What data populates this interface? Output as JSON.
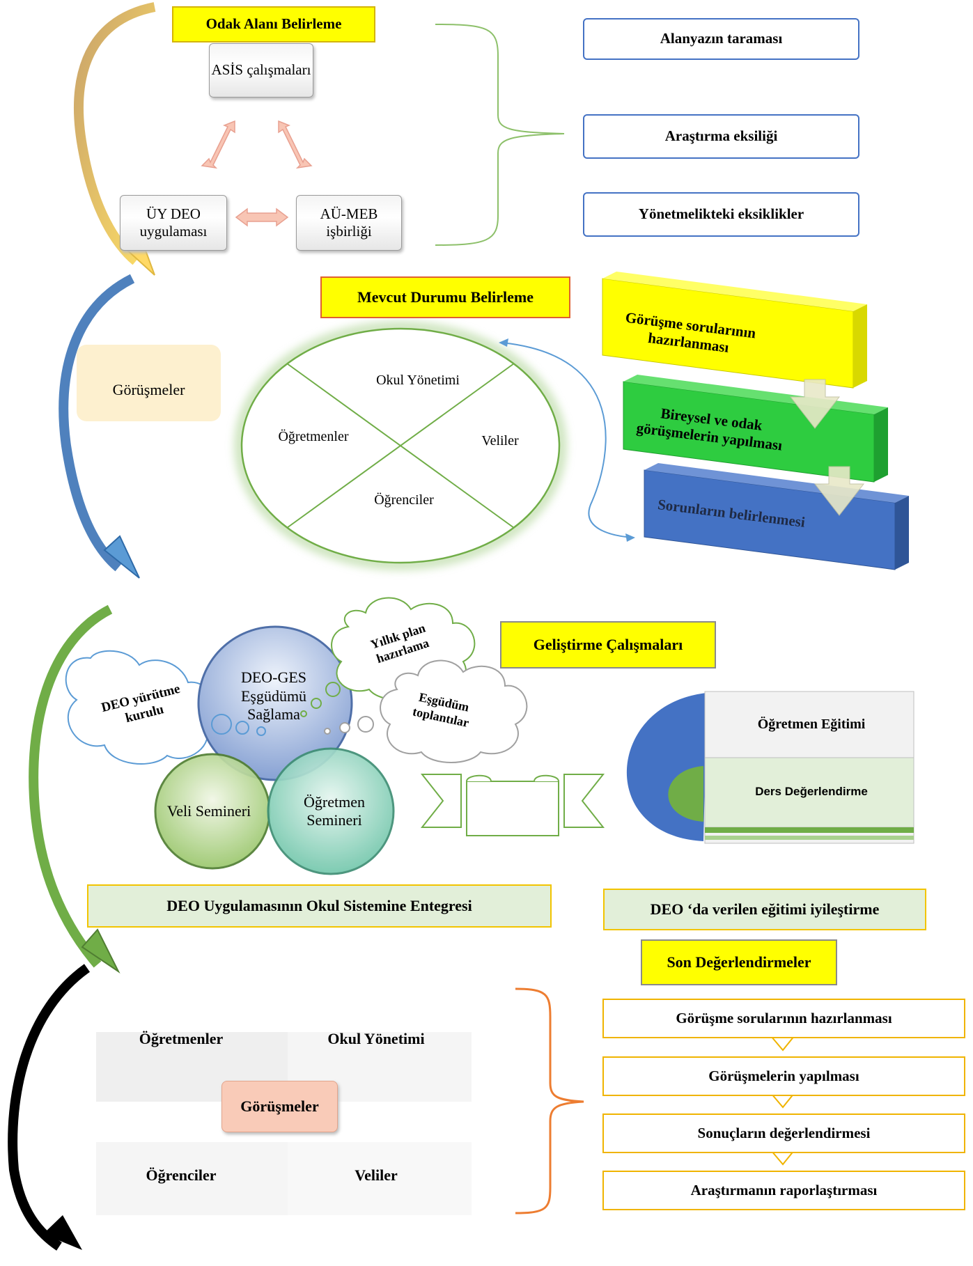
{
  "section1": {
    "title": "Odak Alanı Belirleme",
    "nodes": {
      "asis": "ASİS çalışmaları",
      "uy": "ÜY DEO uygulaması",
      "au": "AÜ-MEB işbirliği"
    },
    "boxes": [
      "Alanyazın taraması",
      "Araştırma eksiliği",
      "Yönetmelikteki eksiklikler"
    ]
  },
  "section2": {
    "title": "Mevcut Durumu Belirleme",
    "interviews_label": "Görüşmeler",
    "ellipse": {
      "top": "Okul Yönetimi",
      "left": "Öğretmenler",
      "right": "Veliler",
      "bottom": "Öğrenciler"
    },
    "steps": [
      "Görüşme sorularının hazırlanması",
      "Bireysel ve odak görüşmelerin yapılması",
      "Sorunların belirlenmesi"
    ]
  },
  "section3": {
    "title": "Geliştirme Çalışmaları",
    "clouds": {
      "left": "DEO yürütme kurulu",
      "plan": "Yıllık plan hazırlama",
      "toplanti": "Eşgüdüm toplantılar"
    },
    "circles": {
      "top": "DEO-GES Eşgüdümü Sağlama",
      "left": "Veli Semineri",
      "right": "Öğretmen Semineri"
    },
    "book": [
      "Öğretmen Eğitimi",
      "Ders Değerlendirme"
    ],
    "integrate": "DEO Uygulamasının Okul Sistemine Entegresi",
    "improve": "DEO ‘da verilen eğitimi iyileştirme"
  },
  "section4": {
    "title": "Son Değerlendirmeler",
    "center": "Görüşmeler",
    "quad": {
      "tl": "Öğretmenler",
      "tr": "Okul Yönetimi",
      "bl": "Öğrenciler",
      "br": "Veliler"
    },
    "steps": [
      "Görüşme sorularının hazırlanması",
      "Görüşmelerin yapılması",
      "Sonuçların değerlendirmesi",
      "Araştırmanın raporlaştırması"
    ]
  },
  "colors": {
    "yellow": "#ffff00",
    "blue_border": "#4472c4",
    "green": "#70ad47",
    "orange": "#ed7d31"
  }
}
